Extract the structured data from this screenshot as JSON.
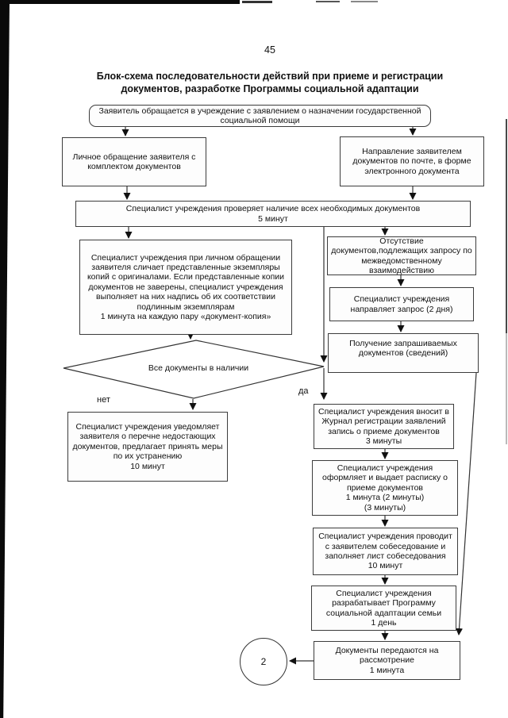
{
  "page": {
    "number": "45"
  },
  "title": {
    "line1": "Блок-схема последовательности действий при приеме и регистрации",
    "line2": "документов, разработке Программы социальной адаптации"
  },
  "labels": {
    "no": "нет",
    "yes": "да",
    "connector": "2"
  },
  "nodes": {
    "start": {
      "text": "Заявитель обращается в учреждение с заявлением о назначении государственной социальной помощи"
    },
    "personal": {
      "text": "Личное обращение заявителя с комплектом документов"
    },
    "mail": {
      "text": "Направление заявителем документов по почте, в форме электронного документа"
    },
    "check": {
      "text": "Специалист учреждения проверяет наличие всех необходимых документов",
      "time": "5 минут"
    },
    "compare": {
      "text": "Специалист учреждения при личном обращении заявителя сличает представленные экземпляры копий с оригиналами. Если представленные копии документов не заверены, специалист учреждения выполняет на них надпись об их соответствии подлинным экземплярам",
      "time": "1 минута на каждую пару «документ-копия»"
    },
    "absence": {
      "text": "Отсутствие документов,подлежащих запросу по межведомственному взаимодействию"
    },
    "request": {
      "text": "Специалист учреждения направляет запрос (2 дня)"
    },
    "receive": {
      "text": "Получение запрашиваемых документов (сведений)"
    },
    "decision": {
      "text": "Все документы в наличии"
    },
    "notify": {
      "text": "Специалист учреждения уведомляет заявителя о перечне недостающих документов, предлагает принять меры по их устранению",
      "time": "10 минут"
    },
    "journal": {
      "text": "Специалист учреждения вносит в Журнал регистрации заявлений запись о приеме документов",
      "time": "3 минуты"
    },
    "receipt": {
      "text": "Специалист учреждения оформляет и выдает расписку о приеме документов",
      "time": "1 минута (2 минуты)",
      "time2": "(3 минуты)"
    },
    "interview": {
      "text": "Специалист учреждения проводит с заявителем собеседование и заполняет лист собеседования",
      "time": "10 минут"
    },
    "program": {
      "text": "Специалист учреждения разрабатывает Программу социальной адаптации семьи",
      "time": "1 день"
    },
    "transfer": {
      "text": "Документы передаются на рассмотрение",
      "time": "1 минута"
    }
  }
}
